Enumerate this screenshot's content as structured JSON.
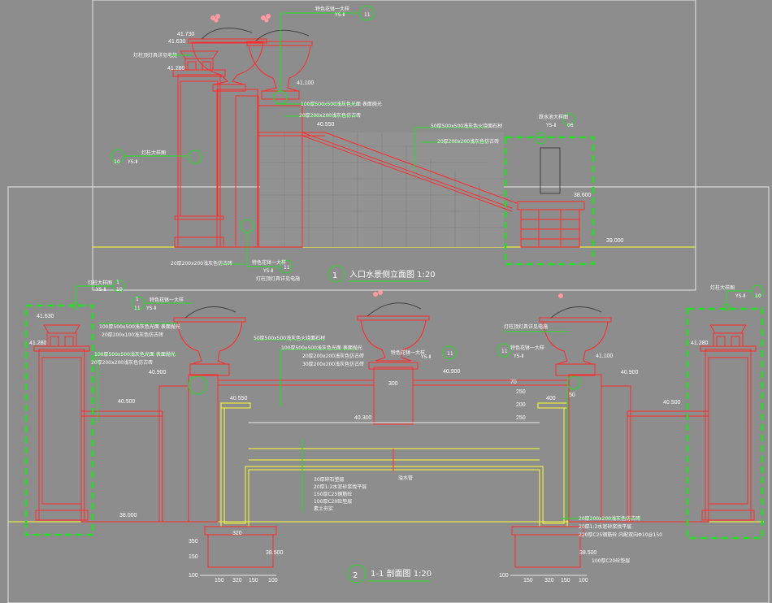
{
  "elevation": {
    "title": "入口水景侧立面图 1:20",
    "number": "1",
    "levels": [
      "41.730",
      "41.630",
      "41.280",
      "41.100",
      "40.550",
      "38.600",
      "39.000"
    ],
    "notes": [
      "特色花钵一大样",
      "YS-Ⅱ",
      "11",
      "100厚500x500浅灰色光面 表面抛光",
      "20厚200x200浅灰色仿古砖",
      "50厚500x500浅灰色火烧面石材",
      "20厚200x200浅灰色仿古砖",
      "跌水池大样图",
      "YS-Ⅱ",
      "06",
      "灯柱大样图",
      "10",
      "YS-Ⅱ",
      "灯柱顶灯具详见电施",
      "20厚200x200浅灰色仿古砖",
      "特色花钵一大样",
      "YS-Ⅱ",
      "11",
      "灯柱顶灯具详见电施"
    ]
  },
  "section": {
    "title": "1-1 剖面图 1:20",
    "number": "2",
    "levels": [
      "41.630",
      "41.280",
      "40.900",
      "40.500",
      "38.000",
      "40.550",
      "40.300",
      "41.100",
      "40.900",
      "40.500",
      "38.500",
      "38.500"
    ],
    "notes_left": [
      "灯柱大样图",
      "YS-Ⅱ",
      "10",
      "1",
      "特色花钵一大样",
      "YS-Ⅱ",
      "1",
      "11",
      "100厚500x500浅灰色光面 表面抛光",
      "20厚200x100浅灰色仿古砖",
      "100厚500x500浅灰色光面 表面抛光",
      "20厚200x200浅灰色仿古砖"
    ],
    "notes_center": [
      "50厚500x500浅灰色火烧面石材",
      "100厚500x500浅灰色光面 表面抛光",
      "20厚200x200浅灰色仿古砖",
      "30厚200x200浅灰色仿古砖",
      "特色花钵一大样",
      "YS-Ⅱ",
      "11",
      "30厚碎石垫层",
      "20厚1:2水泥砂浆找平层",
      "150厚C25钢筋砼",
      "100厚C20砼垫层",
      "素土夯实",
      "溢水管"
    ],
    "notes_right": [
      "特色花钵一大样",
      "YS-Ⅱ",
      "11",
      "灯柱顶灯具详见电施",
      "灯柱大样图",
      "YS-Ⅱ",
      "10",
      "20厚200x200浅灰色仿古砖",
      "20厚1:2水泥砂浆找平层",
      "220厚C25钢筋砼 内配双向Φ10@150",
      "100厚C20砼垫层"
    ],
    "dims": [
      "300",
      "400",
      "50",
      "250",
      "200",
      "250",
      "70",
      "350",
      "320",
      "150",
      "100",
      "150",
      "320",
      "150",
      "100",
      "100",
      "150",
      "320",
      "150",
      "100"
    ]
  },
  "colors": {
    "background": "#8d8d8d",
    "structure": "#ff2a2a",
    "water": "#ffff33",
    "callout": "#22dd22",
    "text": "#ffffff"
  }
}
